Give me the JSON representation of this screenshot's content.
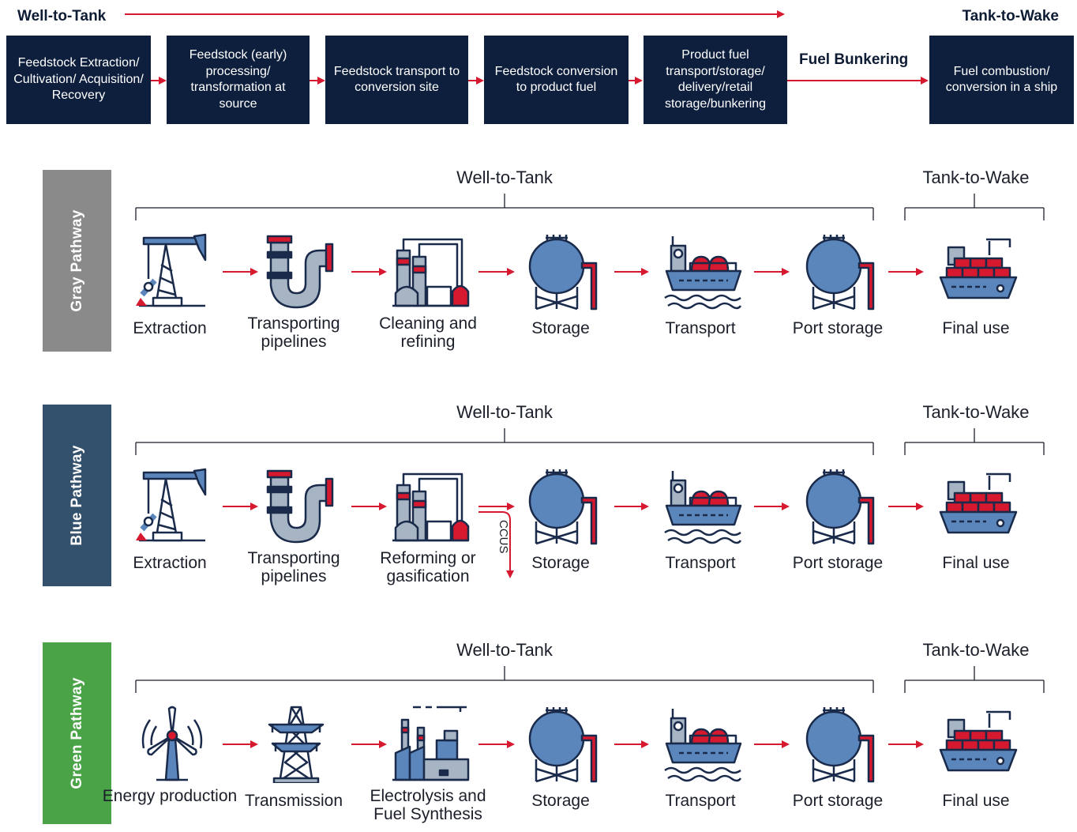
{
  "header": {
    "well_to_tank": "Well-to-Tank",
    "tank_to_wake": "Tank-to-Wake",
    "fuel_bunkering": "Fuel Bunkering",
    "stages": [
      "Feedstock Extraction/ Cultivation/ Acquisition/ Recovery",
      "Feedstock (early) processing/ transformation at source",
      "Feedstock transport to conversion site",
      "Feedstock conversion to product fuel",
      "Product fuel transport/storage/ delivery/retail storage/bunkering",
      "Fuel combustion/ conversion in a ship"
    ]
  },
  "colors": {
    "navy": "#0e1f3d",
    "red": "#d7192f",
    "gray_band": "#8a8a8a",
    "blue_band": "#33506c",
    "green_band": "#4aa447",
    "icon_blue": "#5b86bb"
  },
  "pathways": [
    {
      "name": "Gray Pathway",
      "bracket_wtt": "Well-to-Tank",
      "bracket_ttw": "Tank-to-Wake",
      "steps": [
        "Extraction",
        "Transporting pipelines",
        "Cleaning and refining",
        "Storage",
        "Transport",
        "Port storage",
        "Final use"
      ]
    },
    {
      "name": "Blue Pathway",
      "bracket_wtt": "Well-to-Tank",
      "bracket_ttw": "Tank-to-Wake",
      "ccus_label": "CCUS",
      "steps": [
        "Extraction",
        "Transporting pipelines",
        "Reforming or gasification",
        "Storage",
        "Transport",
        "Port storage",
        "Final use"
      ]
    },
    {
      "name": "Green Pathway",
      "bracket_wtt": "Well-to-Tank",
      "bracket_ttw": "Tank-to-Wake",
      "steps": [
        "Energy production",
        "Transmission",
        "Electrolysis and Fuel Synthesis",
        "Storage",
        "Transport",
        "Port storage",
        "Final use"
      ]
    }
  ],
  "icons": {
    "gray": [
      "pumpjack-icon",
      "pipeline-icon",
      "refinery-icon",
      "storage-tank-icon",
      "tanker-ship-icon",
      "storage-tank-icon",
      "container-ship-icon"
    ],
    "blue": [
      "pumpjack-icon",
      "pipeline-icon",
      "refinery-icon",
      "storage-tank-icon",
      "tanker-ship-icon",
      "storage-tank-icon",
      "container-ship-icon"
    ],
    "green": [
      "wind-turbine-icon",
      "transmission-tower-icon",
      "factory-icon",
      "storage-tank-icon",
      "tanker-ship-icon",
      "storage-tank-icon",
      "container-ship-icon"
    ]
  }
}
